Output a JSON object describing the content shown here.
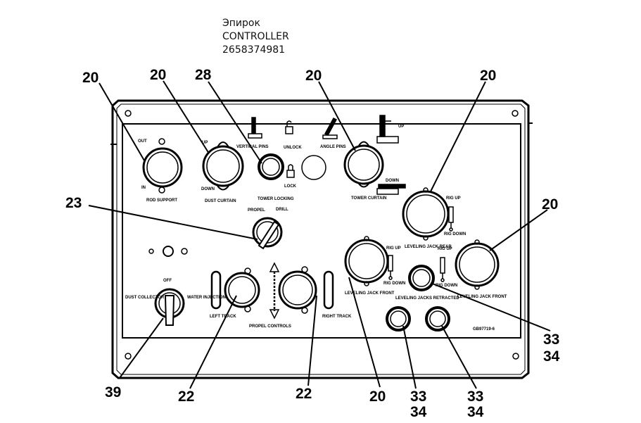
{
  "header": {
    "brand": "Эпирок",
    "title": "CONTROLLER",
    "code": "2658374981"
  },
  "callouts": [
    {
      "id": "c1",
      "text": "20"
    },
    {
      "id": "c2",
      "text": "20"
    },
    {
      "id": "c3",
      "text": "28"
    },
    {
      "id": "c4",
      "text": "20"
    },
    {
      "id": "c5",
      "text": "20"
    },
    {
      "id": "c6",
      "text": "23"
    },
    {
      "id": "c7",
      "text": "20"
    },
    {
      "id": "c8",
      "text": "33"
    },
    {
      "id": "c9",
      "text": "34"
    },
    {
      "id": "c10",
      "text": "39"
    },
    {
      "id": "c11",
      "text": "22"
    },
    {
      "id": "c12",
      "text": "22"
    },
    {
      "id": "c13",
      "text": "20"
    },
    {
      "id": "c14",
      "text": "33"
    },
    {
      "id": "c15",
      "text": "34"
    },
    {
      "id": "c16",
      "text": "33"
    },
    {
      "id": "c17",
      "text": "34"
    }
  ],
  "panel_labels": {
    "out": "OUT",
    "in": "IN",
    "rod_support": "ROD SUPPORT",
    "up": "UP",
    "down": "DOWN",
    "dust_curtain": "DUST CURTAIN",
    "vertical_pins": "VERTICAL PINS",
    "unlock": "UNLOCK",
    "angle_pins": "ANGLE PINS",
    "lock": "LOCK",
    "tower_locking": "TOWER LOCKING",
    "tower_curtain": "TOWER CURTAIN",
    "tower_up": "UP",
    "tower_down": "DOWN",
    "propel": "PROPEL",
    "drill": "DRILL",
    "rig_up_1": "RIG UP",
    "rig_down_1": "RIG DOWN",
    "leveling_jack_rear": "LEVELING JACK REAR",
    "off": "OFF",
    "dust_collector": "DUST COLLECTOR",
    "water_injection": "WATER INJECTION",
    "left_track": "LEFT TRACK",
    "propel_controls": "PROPEL CONTROLS",
    "right_track": "RIGHT TRACK",
    "leveling_jack_front_left": "LEVELING JACK FRONT",
    "rig_up_2": "RIG UP",
    "rig_down_2": "RIG DOWN",
    "leveling_jacks_retracted": "LEVELING JACKS RETRACTED",
    "rig_up_3": "RIG UP",
    "rig_down_3": "RIG DOWN",
    "leveling_jack_front_right": "LEVELING JACK FRONT",
    "part_number": "GB97719-6"
  }
}
